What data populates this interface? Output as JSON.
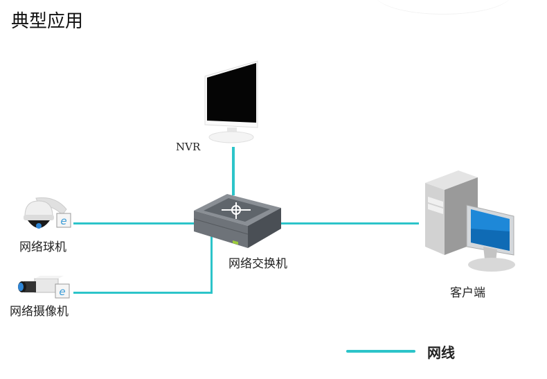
{
  "title": "典型应用",
  "nodes": {
    "nvr": {
      "label": "NVR",
      "icon": "monitor-icon"
    },
    "switch": {
      "label": "网络交换机",
      "icon": "network-switch-icon"
    },
    "dome_camera": {
      "label": "网络球机",
      "icon": "dome-camera-icon"
    },
    "box_camera": {
      "label": "网络摄像机",
      "icon": "box-camera-icon"
    },
    "client": {
      "label": "客户端",
      "icon": "desktop-computer-icon"
    }
  },
  "legend": {
    "label": "网线",
    "color": "#2cc4c9"
  },
  "connections": [
    {
      "from": "nvr",
      "to": "switch"
    },
    {
      "from": "dome_camera",
      "to": "switch"
    },
    {
      "from": "box_camera",
      "to": "switch"
    },
    {
      "from": "switch",
      "to": "client"
    }
  ]
}
